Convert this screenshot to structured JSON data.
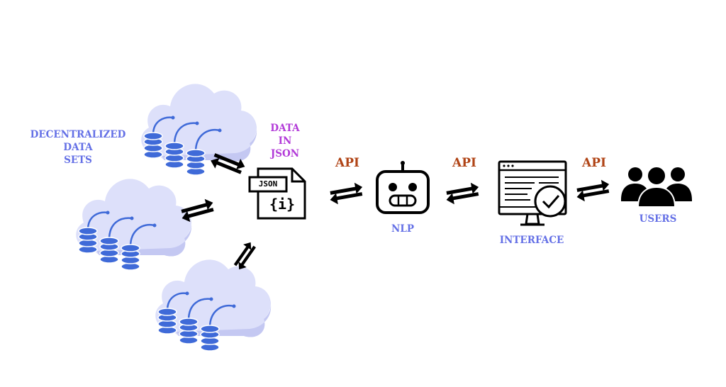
{
  "labels": {
    "decentralized": [
      "DECENTRALIZED",
      "DATA",
      "SETS"
    ],
    "data_json": [
      "DATA",
      "IN",
      "JSON"
    ],
    "json_file_tag": "JSON",
    "json_file_glyph": "{i}",
    "nlp": "NLP",
    "interface": "INTERFACE",
    "users": "USERS",
    "api": [
      "API",
      "API",
      "API"
    ]
  },
  "colors": {
    "label_blue": "#6470e6",
    "label_purple": "#b23ad8",
    "api_orange": "#b04416",
    "cloud_light": "#dde0fa",
    "cloud_shade": "#c4c8f2",
    "database_blue": "#3f6ad8"
  },
  "icons": [
    "cloud-database-icon",
    "json-file-icon",
    "robot-icon",
    "monitor-check-icon",
    "users-icon",
    "bidirectional-arrow-icon"
  ]
}
